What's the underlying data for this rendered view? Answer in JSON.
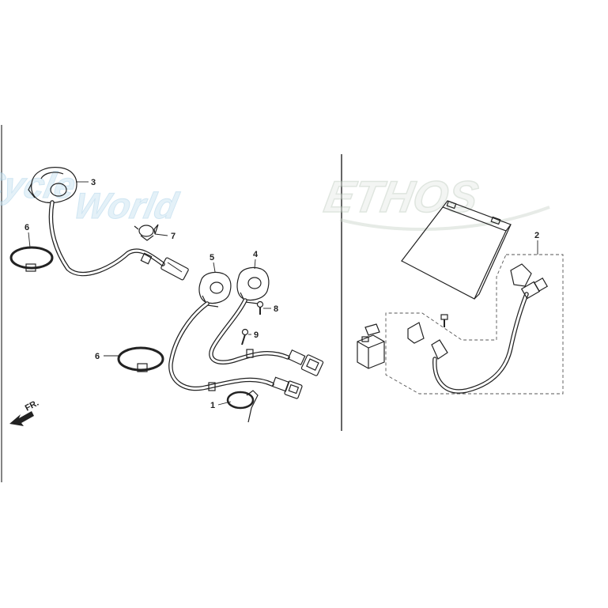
{
  "watermark": {
    "left_line1": "Cycle",
    "left_line2": "World",
    "right": "ETHOS"
  },
  "direction_marker": "FR.",
  "callouts": [
    {
      "id": "c3",
      "text": "3"
    },
    {
      "id": "c6a",
      "text": "6"
    },
    {
      "id": "c7",
      "text": "7"
    },
    {
      "id": "c5",
      "text": "5"
    },
    {
      "id": "c4",
      "text": "4"
    },
    {
      "id": "c8",
      "text": "8"
    },
    {
      "id": "c9",
      "text": "9"
    },
    {
      "id": "c6b",
      "text": "6"
    },
    {
      "id": "c1",
      "text": "1"
    },
    {
      "id": "c2",
      "text": "2"
    }
  ]
}
